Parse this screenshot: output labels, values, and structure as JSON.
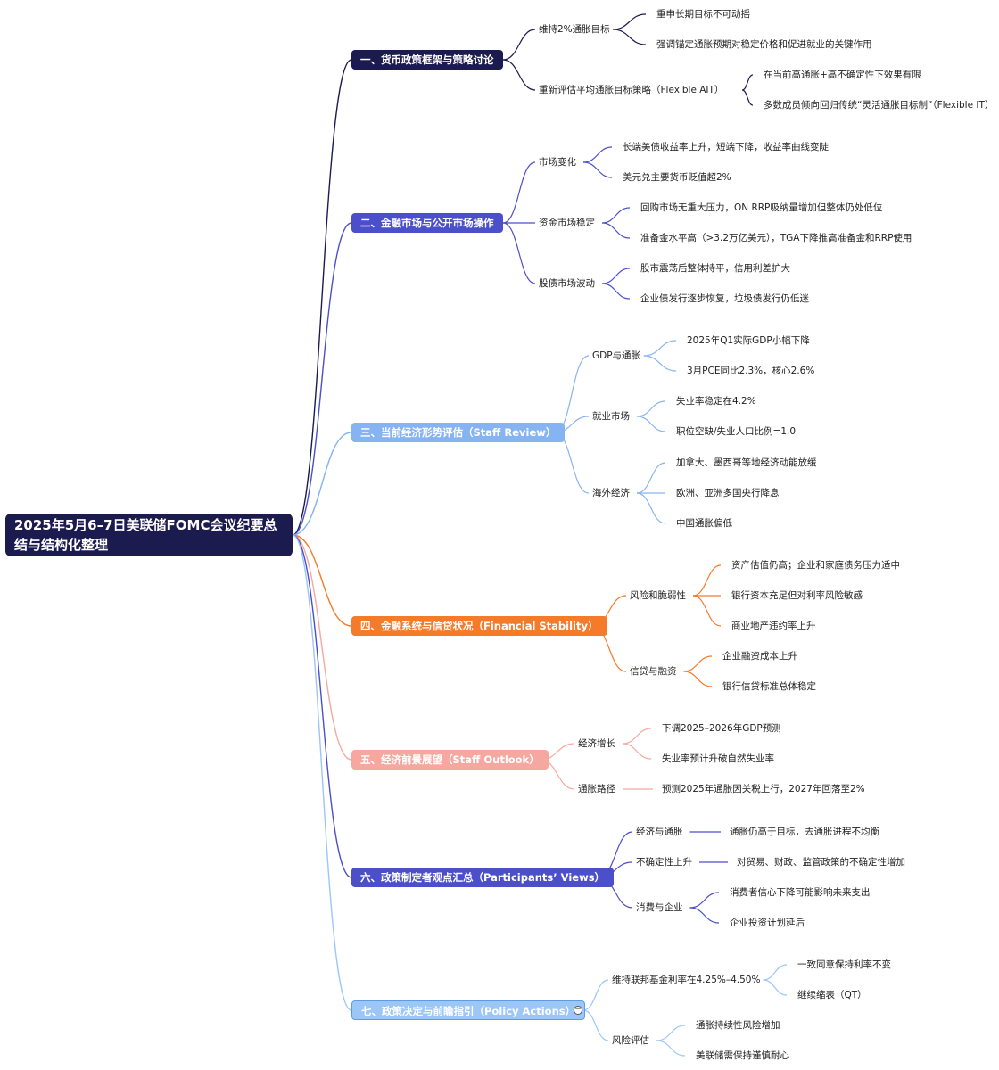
{
  "root": {
    "title": "2025年5月6–7日美联储FOMC会议纪要总结与结构化整理"
  },
  "branches": [
    {
      "label": "一、货币政策框架与策略讨论",
      "color": "#1c1b4f",
      "text_color": "#ffffff",
      "children": [
        {
          "label": "维持2%通胀目标",
          "children": [
            "重申长期目标不可动摇",
            "强调锚定通胀预期对稳定价格和促进就业的关键作用"
          ]
        },
        {
          "label": "重新评估平均通胀目标策略（Flexible AIT）",
          "children": [
            "在当前高通胀+高不确定性下效果有限",
            "多数成员倾向回归传统“灵活通胀目标制”（Flexible IT）"
          ]
        }
      ]
    },
    {
      "label": "二、金融市场与公开市场操作",
      "color": "#4b4fc9",
      "text_color": "#ffffff",
      "children": [
        {
          "label": "市场变化",
          "children": [
            "长端美债收益率上升，短端下降，收益率曲线变陡",
            "美元兑主要货币贬值超2%"
          ]
        },
        {
          "label": "资金市场稳定",
          "children": [
            "回购市场无重大压力，ON RRP吸纳量增加但整体仍处低位",
            "准备金水平高（>3.2万亿美元），TGA下降推高准备金和RRP使用"
          ]
        },
        {
          "label": "股债市场波动",
          "children": [
            "股市震荡后整体持平，信用利差扩大",
            "企业债发行逐步恢复，垃圾债发行仍低迷"
          ]
        }
      ]
    },
    {
      "label": "三、当前经济形势评估（Staff Review）",
      "color": "#86b4f2",
      "text_color": "#ffffff",
      "children": [
        {
          "label": "GDP与通胀",
          "children": [
            "2025年Q1实际GDP小幅下降",
            "3月PCE同比2.3%，核心2.6%"
          ]
        },
        {
          "label": "就业市场",
          "children": [
            "失业率稳定在4.2%",
            "职位空缺/失业人口比例=1.0"
          ]
        },
        {
          "label": "海外经济",
          "children": [
            "加拿大、墨西哥等地经济动能放缓",
            "欧洲、亚洲多国央行降息",
            "中国通胀偏低"
          ]
        }
      ]
    },
    {
      "label": "四、金融系统与信贷状况（Financial Stability）",
      "color": "#f47b2a",
      "text_color": "#ffffff",
      "children": [
        {
          "label": "风险和脆弱性",
          "children": [
            "资产估值仍高；企业和家庭债务压力适中",
            "银行资本充足但对利率风险敏感",
            "商业地产违约率上升"
          ]
        },
        {
          "label": "信贷与融资",
          "children": [
            "企业融资成本上升",
            "银行信贷标准总体稳定"
          ]
        }
      ]
    },
    {
      "label": "五、经济前景展望（Staff Outlook）",
      "color": "#f6a8a0",
      "text_color": "#ffffff",
      "children": [
        {
          "label": "经济增长",
          "children": [
            "下调2025–2026年GDP预测",
            "失业率预计升破自然失业率"
          ]
        },
        {
          "label": "通胀路径",
          "children": [
            "预测2025年通胀因关税上行，2027年回落至2%"
          ]
        }
      ]
    },
    {
      "label": "六、政策制定者观点汇总（Participants’ Views）",
      "color": "#4b4fc9",
      "text_color": "#ffffff",
      "children": [
        {
          "label": "经济与通胀",
          "children": [
            "通胀仍高于目标，去通胀进程不均衡"
          ]
        },
        {
          "label": "不确定性上升",
          "children": [
            "对贸易、财政、监管政策的不确定性增加"
          ]
        },
        {
          "label": "消费与企业",
          "children": [
            "消费者信心下降可能影响未来支出",
            "企业投资计划延后"
          ]
        }
      ]
    },
    {
      "label": "七、政策决定与前瞻指引（Policy Actions）",
      "color": "#9cc6f5",
      "text_color": "#ffffff",
      "children": [
        {
          "label": "维持联邦基金利率在4.25%–4.50%",
          "children": [
            "一致同意保持利率不变",
            "继续缩表（QT）"
          ]
        },
        {
          "label": "风险评估",
          "children": [
            "通胀持续性风险增加",
            "美联储需保持谨慎耐心"
          ]
        }
      ]
    }
  ]
}
